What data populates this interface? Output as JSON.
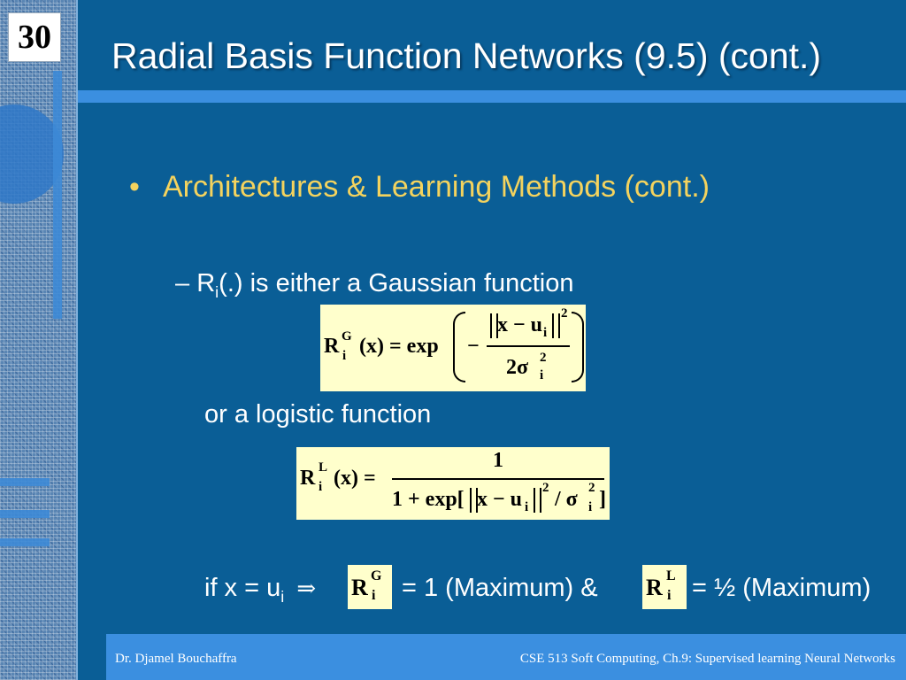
{
  "slide": {
    "number": "30",
    "title": "Radial Basis Function Networks (9.5) (cont.)"
  },
  "bullets": {
    "level1": {
      "marker": "•",
      "text": "Architectures & Learning Methods (cont.)"
    },
    "level2": {
      "marker": "–",
      "prefix": "R",
      "sub": "i",
      "suffix": "(.) is either a Gaussian function"
    }
  },
  "formulas": {
    "gaussian": {
      "lhs_R": "R",
      "lhs_sub": "i",
      "lhs_sup": "G",
      "lhs_arg": "(x) = exp",
      "minus": "−",
      "numerator": "x − u",
      "numerator_sub": "i",
      "numerator_sup": "2",
      "denominator": "2σ",
      "denominator_sub": "i",
      "denominator_sup": "2"
    },
    "logistic": {
      "lhs_R": "R",
      "lhs_sub": "i",
      "lhs_sup": "L",
      "lhs_arg": "(x) =",
      "numerator": "1",
      "denominator_a": "1 + exp[",
      "denominator_b": "x − u",
      "denominator_b_sub": "i",
      "denominator_b_sup": "2",
      "denominator_c": "/ σ",
      "denominator_c_sub": "i",
      "denominator_c_sup": "2",
      "denominator_d": "]"
    }
  },
  "text_lines": {
    "logistic_intro": "or a logistic function",
    "condition_prefix": "if x = u",
    "condition_sub": "i",
    "implies": "⇒",
    "rg_R": "R",
    "rg_sub": "i",
    "rg_sup": "G",
    "result_gaussian": "= 1 (Maximum) &",
    "rl_R": "R",
    "rl_sub": "i",
    "rl_sup": "L",
    "result_logistic": "= ½ (Maximum)"
  },
  "footer": {
    "left": "Dr. Djamel Bouchaffra",
    "right": "CSE 513 Soft Computing, Ch.9: Supervised learning Neural Networks"
  },
  "colors": {
    "background": "#0a5e96",
    "accent_bar": "#3b8fe0",
    "bullet_heading": "#f4d35e",
    "formula_box": "#ffffcc"
  }
}
